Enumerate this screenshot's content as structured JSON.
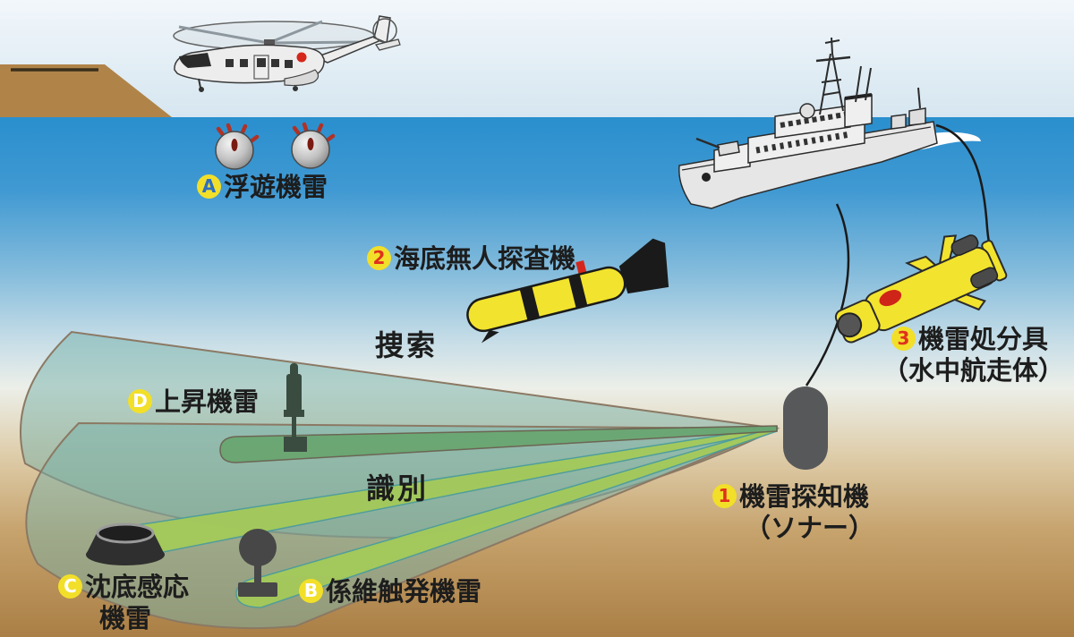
{
  "labels": {
    "a": {
      "badge": "A",
      "text": "浮遊機雷"
    },
    "b": {
      "badge": "B",
      "text": "係維触発機雷"
    },
    "c": {
      "badge": "C",
      "line1": "沈底感応",
      "line2": "機雷"
    },
    "d": {
      "badge": "D",
      "text": "上昇機雷"
    },
    "n1": {
      "badge": "1",
      "line1": "機雷探知機",
      "line2": "（ソナー）"
    },
    "n2": {
      "badge": "2",
      "text": "海底無人探査機"
    },
    "n3": {
      "badge": "3",
      "line1": "機雷処分具",
      "line2": "（水中航走体）"
    },
    "search": "捜索",
    "identify": "識別"
  },
  "colors": {
    "badge_yellow": "#F2DF29",
    "badge_number_red": "#E0301E",
    "badge_letter_blue": "#2E6FC0",
    "badge_letter_white": "#FFFFFF",
    "sky": "#E3EEF5",
    "water_blue": "#2A8FCE",
    "seabed_sand": "#AA7F45",
    "land_brown": "#B08449",
    "sonar_fan_teal": "#7CB2AA",
    "beam_bright_green": "#A4CA5A",
    "beam_dark_green": "#69A671",
    "vehicle_yellow": "#F2E32E",
    "mine_horn_red": "#B03226",
    "mine_gray": "#474747"
  }
}
